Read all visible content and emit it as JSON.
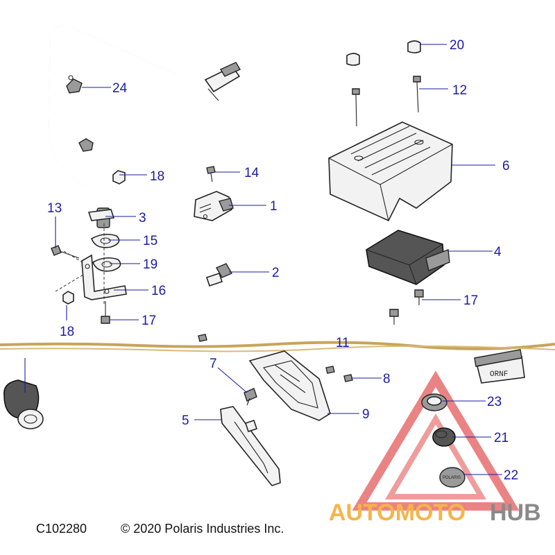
{
  "diagram": {
    "callouts": [
      {
        "number": "1"
      },
      {
        "number": "2"
      },
      {
        "number": "3"
      },
      {
        "number": "4"
      },
      {
        "number": "5"
      },
      {
        "number": "6"
      },
      {
        "number": "7"
      },
      {
        "number": "8"
      },
      {
        "number": "9"
      },
      {
        "number": "11"
      },
      {
        "number": "12"
      },
      {
        "number": "13"
      },
      {
        "number": "14"
      },
      {
        "number": "15"
      },
      {
        "number": "16"
      },
      {
        "number": "17"
      },
      {
        "number": "17"
      },
      {
        "number": "18"
      },
      {
        "number": "18"
      },
      {
        "number": "19"
      },
      {
        "number": "20"
      },
      {
        "number": "21"
      },
      {
        "number": "22"
      },
      {
        "number": "23"
      },
      {
        "number": "24"
      }
    ],
    "switch_label": "ORNF",
    "cap_brand": "POLARIS"
  },
  "footer": {
    "diagram_id": "C102280",
    "copyright": "© 2020 Polaris Industries Inc."
  },
  "watermark": {
    "part1": "AUTOMOTO",
    "part2": "HUB"
  },
  "colors": {
    "callout": "#1a1aa6",
    "watermark_red": "#e04848",
    "watermark_orange": "#f5b54a",
    "watermark_gray": "#8a8a8a"
  }
}
